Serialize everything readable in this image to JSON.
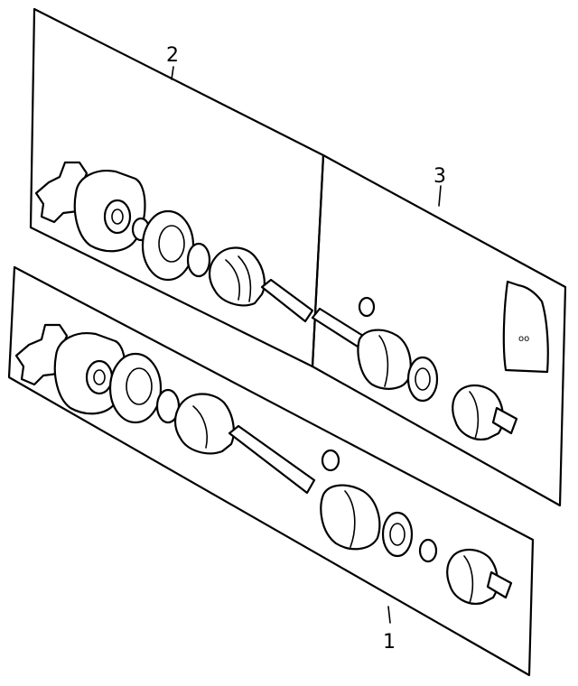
{
  "diagram": {
    "callouts": {
      "item_1": "1",
      "item_2": "2",
      "item_3": "3"
    },
    "colors": {
      "line": "#000000",
      "background": "#ffffff"
    }
  }
}
